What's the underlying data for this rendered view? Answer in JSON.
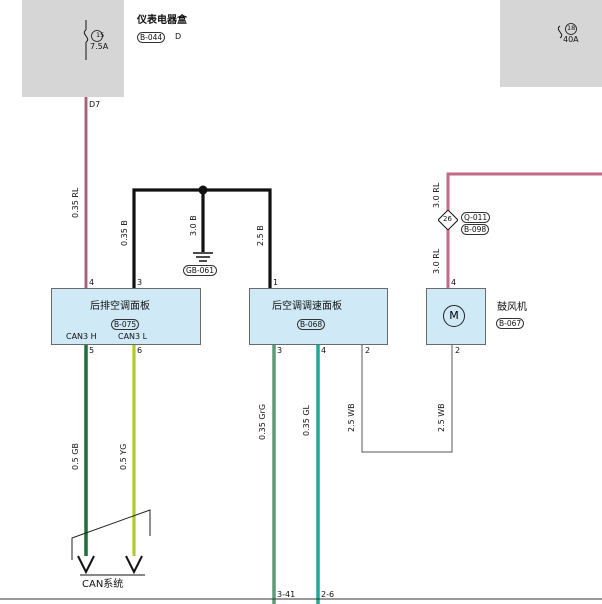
{
  "fuse_box": {
    "title": "仪表电器盒",
    "connector": "B-044",
    "connector_suffix": "D",
    "fuse_left_num": "15",
    "fuse_left_rating": "7.5A",
    "pin_out": "D7",
    "fuse_right_num": "18",
    "fuse_right_rating": "40A"
  },
  "wires": {
    "w_035rl": "0.35 RL",
    "w_035b": "0.35 B",
    "w_30b": "3.0 B",
    "w_25b": "2.5 B",
    "w_30rl_top": "3.0 RL",
    "w_30rl_bot": "3.0 RL",
    "w_05gb": "0.5 GB",
    "w_05yg": "0.5 YG",
    "w_035grg": "0.35 GrG",
    "w_035gl": "0.35 GL",
    "w_25wb_a": "2.5 WB",
    "w_25wb_b": "2.5 WB"
  },
  "ground": {
    "connector": "GB-061"
  },
  "splice": {
    "number": "26",
    "conn_top": "Q-011",
    "conn_bot": "B-098"
  },
  "modules": {
    "rear_panel": {
      "title": "后排空调面板",
      "connector": "B-075",
      "pin_can_h": "CAN3 H",
      "pin_can_l": "CAN3 L"
    },
    "speed_panel": {
      "title": "后空调调速面板",
      "connector": "B-068"
    },
    "blower": {
      "title": "鼓风机",
      "connector": "B-067",
      "symbol": "M"
    }
  },
  "pins": {
    "p4": "4",
    "p3": "3",
    "p1": "1",
    "p4b": "4",
    "p5": "5",
    "p6": "6",
    "p3b": "3",
    "p4c": "4",
    "p2a": "2",
    "p2b": "2"
  },
  "bottom": {
    "can_system": "CAN系统",
    "ref_341": "3-41",
    "ref_26": "2-6"
  },
  "colors": {
    "wire_rl": "#c26a86",
    "wire_black": "#111111",
    "wire_grg": "#5e9b73",
    "wire_gl": "#2aa396",
    "wire_yg": "#c9dc43",
    "wire_gb": "#1f6f3a",
    "wire_thin": "#555555",
    "module_fill": "#cfe9f7",
    "fusebox_fill": "#d6d6d6"
  }
}
